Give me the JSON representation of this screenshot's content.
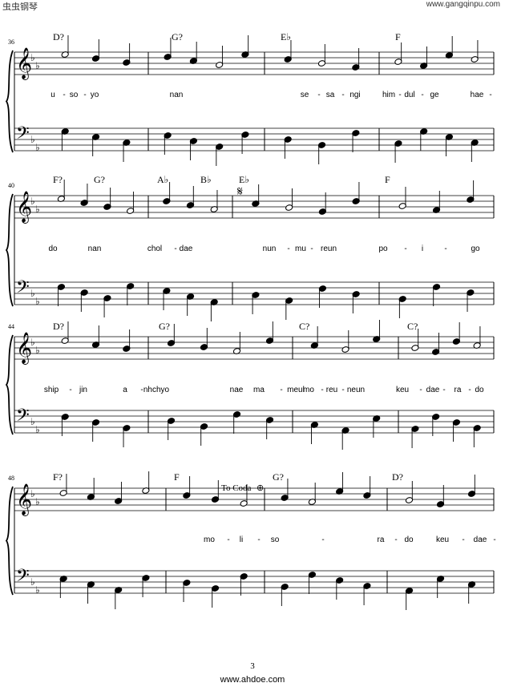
{
  "header": {
    "site_left": "虫虫钢琴",
    "site_right": "www.gangqinpu.com"
  },
  "page_number": "3",
  "footer": "www.ahdoe.com",
  "coda_text": "To Coda",
  "systems": [
    {
      "measure_number": "36",
      "chords": [
        "D?",
        "G?",
        "E♭",
        "F"
      ],
      "lyrics": [
        "u",
        "-",
        "so",
        "-",
        "yo",
        "nan",
        "se",
        "-",
        "sa",
        "-",
        "ngi",
        "him",
        "-",
        "dul",
        "-",
        "ge",
        "hae",
        "-"
      ]
    },
    {
      "measure_number": "40",
      "chords": [
        "F?",
        "G?",
        "A♭",
        "B♭",
        "E♭",
        "F"
      ],
      "lyrics": [
        "do",
        "nan",
        "chol",
        "-",
        "dae",
        "nun",
        "-",
        "mu",
        "-",
        "reun",
        "po",
        "-",
        "i",
        "-",
        "go"
      ]
    },
    {
      "measure_number": "44",
      "chords": [
        "D?",
        "G?",
        "C?",
        "C?"
      ],
      "lyrics": [
        "ship",
        "-",
        "jin",
        "a",
        "-",
        "nhchyo",
        "nae",
        "ma",
        "-",
        "meul",
        "mo",
        "-",
        "reu",
        "-",
        "neun",
        "keu",
        "-",
        "dae",
        "-",
        "ra",
        "-",
        "do"
      ]
    },
    {
      "measure_number": "48",
      "chords": [
        "F?",
        "F",
        "G?",
        "D?"
      ],
      "lyrics": [
        "mo",
        "-",
        "li",
        "-",
        "so",
        "-",
        "ra",
        "-",
        "do",
        "keu",
        "-",
        "dae",
        "-"
      ]
    }
  ]
}
